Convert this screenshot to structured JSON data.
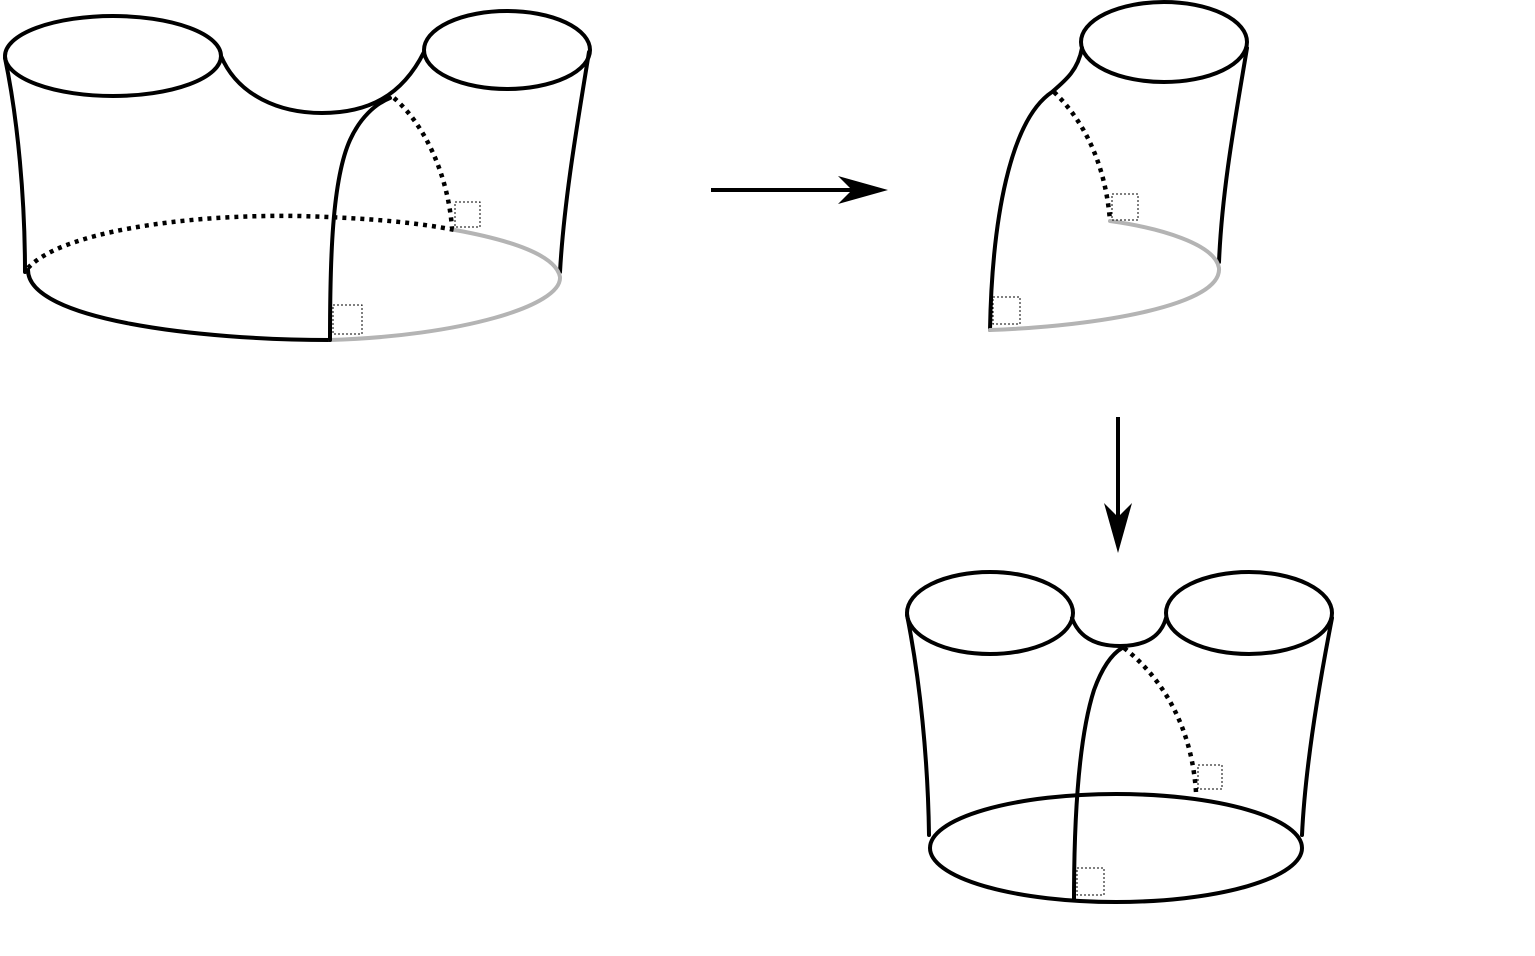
{
  "diagram": {
    "type": "topology-figure",
    "description_in_pixels": "",
    "stages": [
      {
        "id": "pants-cut",
        "shape": "pair-of-pants"
      },
      {
        "id": "half-piece",
        "shape": "cut-half"
      },
      {
        "id": "pants-reglued",
        "shape": "pair-of-pants"
      }
    ],
    "arrows": [
      {
        "from": "pants-cut",
        "to": "half-piece",
        "direction": "right"
      },
      {
        "from": "half-piece",
        "to": "pants-reglued",
        "direction": "down"
      }
    ],
    "colors": {
      "stroke": "#000000",
      "highlight_boundary": "#b4b4b4",
      "background": "#ffffff"
    }
  }
}
